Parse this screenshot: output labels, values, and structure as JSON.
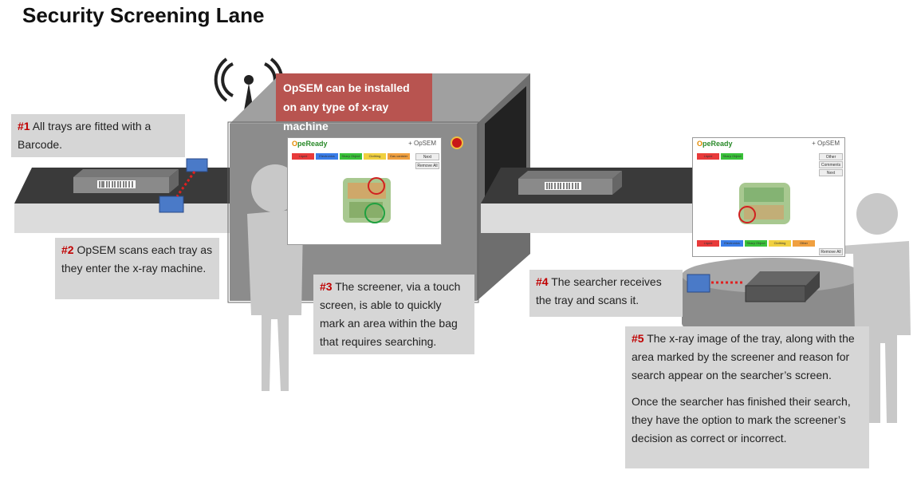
{
  "title": "Security Screening Lane",
  "banner": "OpSEM can be installed on any type of x-ray machine",
  "steps": {
    "s1": {
      "num": "#1",
      "text": "All trays are fitted with a Barcode."
    },
    "s2": {
      "num": "#2",
      "text": "OpSEM scans each tray as they enter the x-ray machine."
    },
    "s3": {
      "num": "#3",
      "text": "The screener,  via a touch screen, is able to quickly mark an area within the bag that requires searching."
    },
    "s4": {
      "num": "#4",
      "text": "The searcher receives the tray and scans it."
    },
    "s5": {
      "num": "#5",
      "text": "The x-ray image of the tray, along with the area marked by the screener and reason for search appear on the searcher’s screen.",
      "text2": "Once the searcher has finished their search, they have the option to mark the screener’s decision as correct or incorrect."
    }
  },
  "screen_left": {
    "logo_prefix": "O",
    "logo_rest": "peReady",
    "brand": "+ OpSEM",
    "buttons": [
      {
        "label": "Liquid",
        "color": "#e83a3a"
      },
      {
        "label": "Electronics",
        "color": "#3a7de8"
      },
      {
        "label": "Sharp Object",
        "color": "#3ac23a"
      },
      {
        "label": "Clothing",
        "color": "#f0d040"
      },
      {
        "label": "Gas canister",
        "color": "#f0a040"
      }
    ],
    "side_buttons": [
      "Next",
      "Remove All"
    ]
  },
  "screen_right": {
    "logo_prefix": "O",
    "logo_rest": "peReady",
    "brand": "+ OpSEM",
    "top_buttons": [
      {
        "label": "Liquid",
        "color": "#e83a3a"
      },
      {
        "label": "Sharp Object",
        "color": "#3ac23a"
      }
    ],
    "side_buttons": [
      "Other",
      "Comments",
      "Next"
    ],
    "bottom_buttons": [
      {
        "label": "Liquid",
        "color": "#e83a3a"
      },
      {
        "label": "Electronics",
        "color": "#3a7de8"
      },
      {
        "label": "Sharp Object",
        "color": "#3ac23a"
      },
      {
        "label": "Clothing",
        "color": "#f0d040"
      },
      {
        "label": "Other",
        "color": "#f0a040"
      }
    ],
    "bottom_right": "Remove All"
  },
  "colors": {
    "callout_bg": "#d6d6d6",
    "step_number": "#c00000",
    "banner_bg": "#b85450",
    "machine": "#8c8c8c",
    "belt": "#3a3a3a",
    "tray_tag": "#4a7ac8",
    "person": "#c8c8c8"
  }
}
